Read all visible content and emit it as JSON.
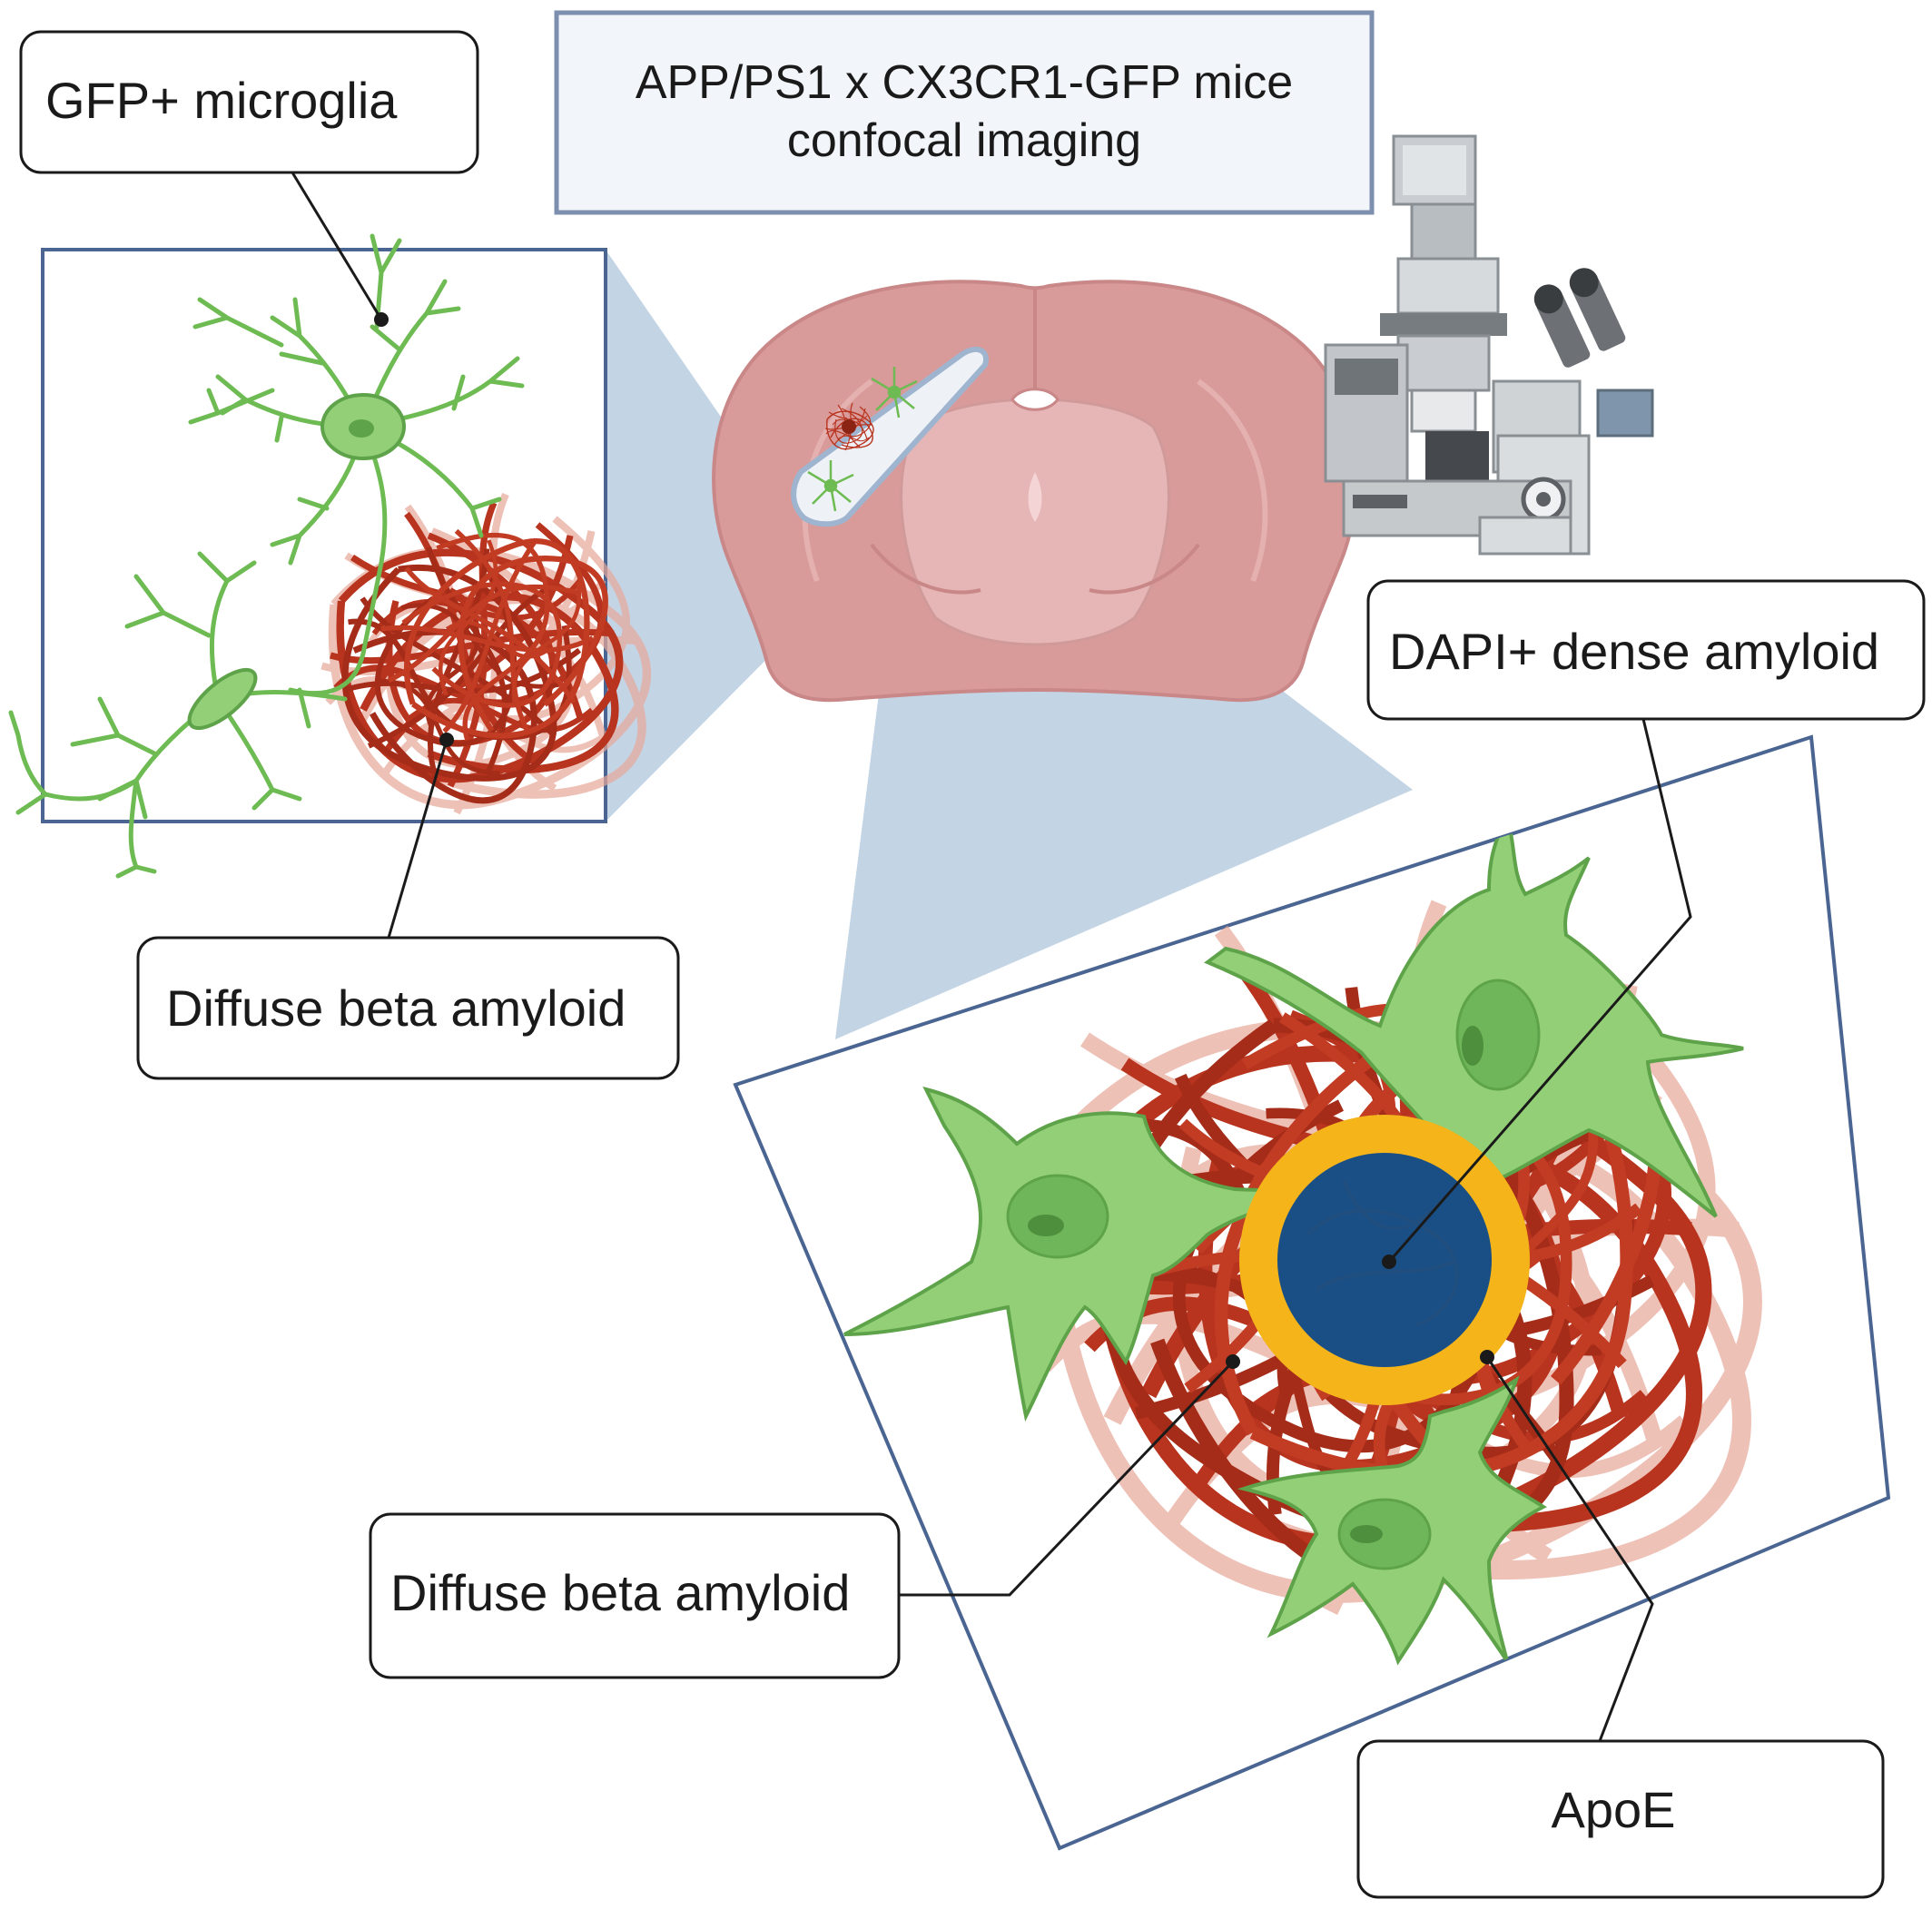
{
  "header": {
    "line1": "APP/PS1 x CX3CR1-GFP mice",
    "line2": "confocal imaging"
  },
  "labels": {
    "gfp_microglia": "GFP+ microglia",
    "diffuse_beta_top": "Diffuse beta amyloid",
    "dapi_dense": "DAPI+ dense amyloid",
    "diffuse_beta_bottom": "Diffuse beta amyloid",
    "apoe": "ApoE"
  },
  "icons": {
    "brain": "coronal-brain-section-icon",
    "microscope": "confocal-microscope-icon",
    "microglia": "microglia-cell-icon",
    "amyloid": "amyloid-fibril-tangle-icon"
  },
  "colors": {
    "box_border": "#4a6591",
    "header_fill": "#f2f5f9",
    "header_border": "#7d8fae",
    "projection": "#b9cde0",
    "brain_fill": "#d99a9a",
    "brain_inner": "#e8b8b8",
    "microglia_green": "#93cf76",
    "microglia_dark": "#5ea34a",
    "amyloid_red": "#b8341e",
    "amyloid_dark": "#8c2414",
    "dapi_blue": "#1a4f86",
    "apoe_yellow": "#f4b41a",
    "microscope_grey": "#c9cdd1"
  }
}
